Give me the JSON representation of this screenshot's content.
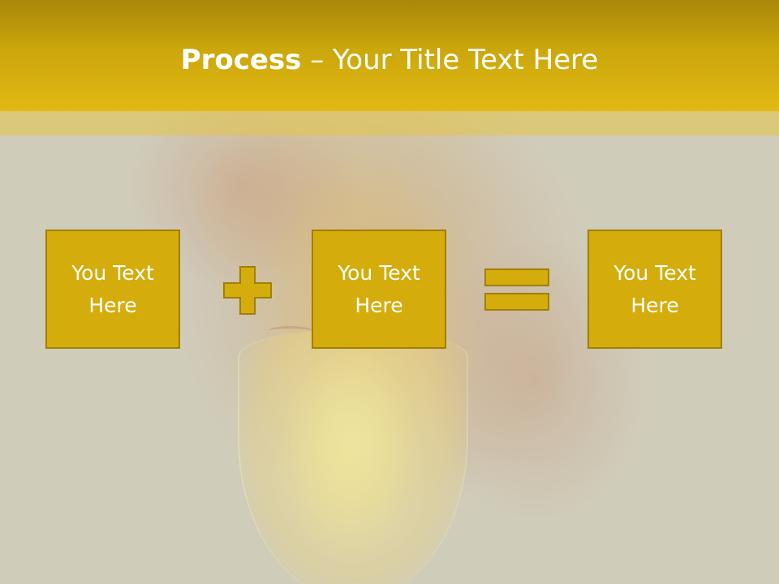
{
  "title": {
    "bold": "Process",
    "rest": " – Your Title Text Here"
  },
  "boxes": [
    {
      "text": "You Text Here"
    },
    {
      "text": "You Text Here"
    },
    {
      "text": "You Text Here"
    }
  ],
  "operators": {
    "first": "plus-icon",
    "second": "equals-icon"
  },
  "colors": {
    "title_bar": "#cca70c",
    "box_fill": "#d4ad0c",
    "box_border": "#a07f07",
    "text": "#ffffff"
  }
}
